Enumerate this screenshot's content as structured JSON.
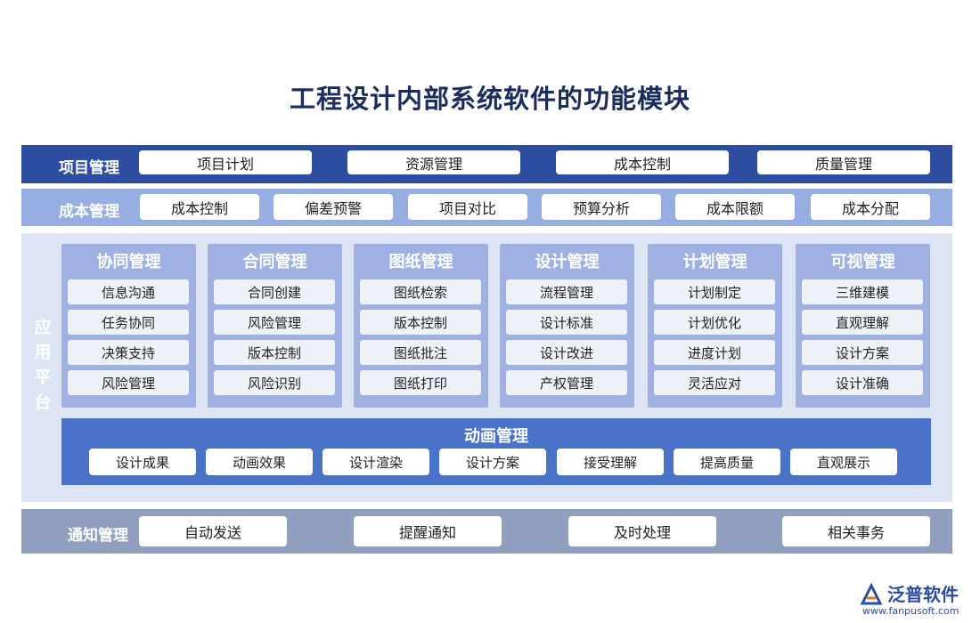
{
  "title": "工程设计内部系统软件的功能模块",
  "project": {
    "label": "项目管理",
    "items": [
      "项目计划",
      "资源管理",
      "成本控制",
      "质量管理"
    ]
  },
  "cost": {
    "label": "成本管理",
    "items": [
      "成本控制",
      "偏差预警",
      "项目对比",
      "预算分析",
      "成本限额",
      "成本分配"
    ]
  },
  "platform": {
    "label": [
      "应",
      "用",
      "平",
      "台"
    ],
    "columns": [
      {
        "title": "协同管理",
        "items": [
          "信息沟通",
          "任务协同",
          "决策支持",
          "风险管理"
        ]
      },
      {
        "title": "合同管理",
        "items": [
          "合同创建",
          "风险管理",
          "版本控制",
          "风险识别"
        ]
      },
      {
        "title": "图纸管理",
        "items": [
          "图纸检索",
          "版本控制",
          "图纸批注",
          "图纸打印"
        ]
      },
      {
        "title": "设计管理",
        "items": [
          "流程管理",
          "设计标准",
          "设计改进",
          "产权管理"
        ]
      },
      {
        "title": "计划管理",
        "items": [
          "计划制定",
          "计划优化",
          "进度计划",
          "灵活应对"
        ]
      },
      {
        "title": "可视管理",
        "items": [
          "三维建模",
          "直观理解",
          "设计方案",
          "设计准确"
        ]
      }
    ],
    "animation": {
      "title": "动画管理",
      "items": [
        "设计成果",
        "动画效果",
        "设计渲染",
        "设计方案",
        "接受理解",
        "提高质量",
        "直观展示"
      ]
    }
  },
  "notify": {
    "label": "通知管理",
    "items": [
      "自动发送",
      "提醒通知",
      "及时处理",
      "相关事务"
    ]
  },
  "watermark": {
    "brand": "泛普软件",
    "url": "www.fanpusoft.com",
    "icon": "fanpu-logo-icon"
  },
  "colors": {
    "project_band": "#2d4da0",
    "cost_band": "#97aee2",
    "platform_band": "#dde4f4",
    "module_column": "#9eb1e2",
    "animation_block": "#4a72c9",
    "notify_band": "#8f9fbd"
  }
}
